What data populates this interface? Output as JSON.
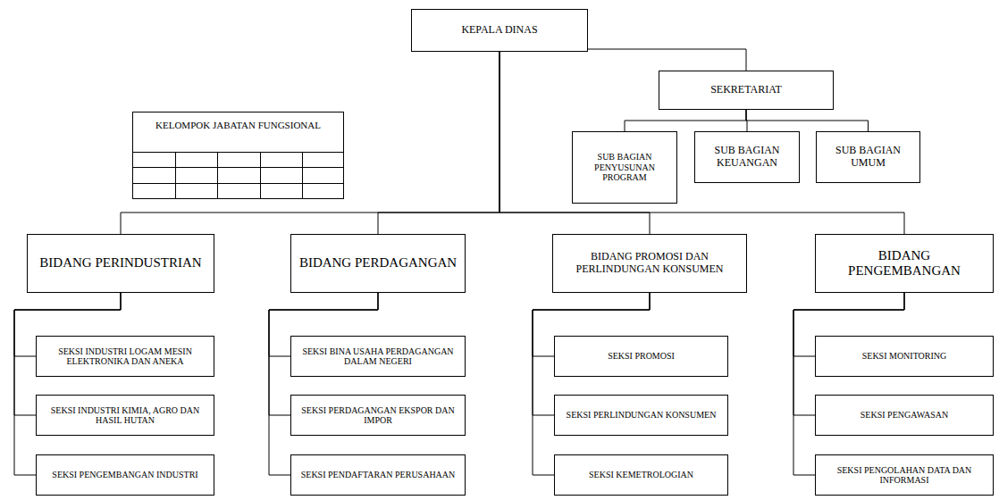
{
  "diagram": {
    "nodes": [
      {
        "text": [
          "KEPALA DINAS"
        ]
      },
      {
        "text": [
          "SEKRETARIAT"
        ]
      },
      {
        "text": [
          "KELOMPOK JABATAN FUNGSIONAL"
        ]
      },
      {
        "text": [
          "SUB BAGIAN PENYUSUNAN PROGRAM"
        ]
      },
      {
        "text": [
          "SUB BAGIAN KEUANGAN"
        ]
      },
      {
        "text": [
          "SUB BAGIAN UMUM"
        ]
      },
      {
        "text": [
          "BIDANG PERINDUSTRIAN"
        ]
      },
      {
        "text": [
          "BIDANG PERDAGANGAN"
        ]
      },
      {
        "text": [
          "BIDANG PROMOSI DAN PERLINDUNGAN KONSUMEN"
        ]
      },
      {
        "text": [
          "BIDANG PENGEMBANGAN"
        ]
      },
      {
        "text": [
          "SEKSI INDUSTRI LOGAM MESIN ELEKTRONIKA DAN ANEKA"
        ]
      },
      {
        "text": [
          "SEKSI INDUSTRI KIMIA, AGRO DAN HASIL HUTAN"
        ]
      },
      {
        "text": [
          "SEKSI PENGEMBANGAN INDUSTRI"
        ]
      },
      {
        "text": [
          "SEKSI BINA USAHA PERDAGANGAN DALAM NEGERI"
        ]
      },
      {
        "text": [
          "SEKSI PERDAGANGAN EKSPOR DAN IMPOR"
        ]
      },
      {
        "text": [
          "SEKSI PENDAFTARAN PERUSAHAAN"
        ]
      },
      {
        "text": [
          "SEKSI PROMOSI"
        ]
      },
      {
        "text": [
          "SEKSI PERLINDUNGAN KONSUMEN"
        ]
      },
      {
        "text": [
          "SEKSI KEMETROLOGIAN"
        ]
      },
      {
        "text": [
          "SEKSI MONITORING"
        ]
      },
      {
        "text": [
          "SEKSI PENGAWASAN"
        ]
      },
      {
        "text": [
          "SEKSI PENGOLAHAN DATA DAN INFORMASI"
        ]
      }
    ],
    "edges": [
      {
        "from": 0,
        "to": 1,
        "arrow": "none"
      },
      {
        "from": 1,
        "to": 3,
        "arrow": "none"
      },
      {
        "from": 1,
        "to": 4,
        "arrow": "none"
      },
      {
        "from": 1,
        "to": 5,
        "arrow": "none"
      },
      {
        "from": 0,
        "to": 6,
        "arrow": "none"
      },
      {
        "from": 0,
        "to": 7,
        "arrow": "none"
      },
      {
        "from": 0,
        "to": 8,
        "arrow": "none"
      },
      {
        "from": 0,
        "to": 9,
        "arrow": "none"
      },
      {
        "from": 6,
        "to": 10,
        "arrow": "none"
      },
      {
        "from": 6,
        "to": 11,
        "arrow": "none"
      },
      {
        "from": 6,
        "to": 12,
        "arrow": "none"
      },
      {
        "from": 7,
        "to": 13,
        "arrow": "none"
      },
      {
        "from": 7,
        "to": 14,
        "arrow": "none"
      },
      {
        "from": 7,
        "to": 15,
        "arrow": "none"
      },
      {
        "from": 8,
        "to": 16,
        "arrow": "none"
      },
      {
        "from": 8,
        "to": 17,
        "arrow": "none"
      },
      {
        "from": 8,
        "to": 18,
        "arrow": "none"
      },
      {
        "from": 9,
        "to": 19,
        "arrow": "none"
      },
      {
        "from": 9,
        "to": 20,
        "arrow": "none"
      },
      {
        "from": 9,
        "to": 21,
        "arrow": "none"
      }
    ]
  }
}
